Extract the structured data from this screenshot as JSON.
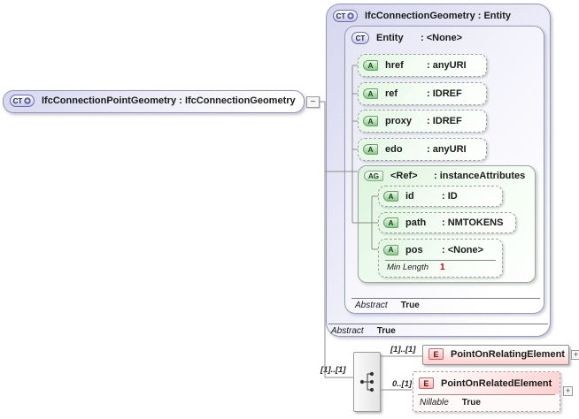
{
  "diagram": {
    "root_element": {
      "badge": "CT",
      "label": "IfcConnectionPointGeometry : IfcConnectionGeometry"
    },
    "icons": {
      "collapse_glyph": "−",
      "expander_glyph": "+"
    },
    "base_type": {
      "badge": "CT",
      "title": "IfcConnectionGeometry : Entity",
      "abstract_label": "Abstract",
      "abstract_value": "True",
      "entity": {
        "badge": "CT",
        "name": "Entity",
        "type": ": <None>",
        "abstract_label": "Abstract",
        "abstract_value": "True",
        "attributes": [
          {
            "badge": "A",
            "name": "href",
            "type": ": anyURI"
          },
          {
            "badge": "A",
            "name": "ref",
            "type": ": IDREF"
          },
          {
            "badge": "A",
            "name": "proxy",
            "type": ": IDREF"
          },
          {
            "badge": "A",
            "name": "edo",
            "type": ": anyURI"
          }
        ],
        "attribute_group": {
          "badge": "AG",
          "name": "<Ref>",
          "type": ": instanceAttributes",
          "attributes": [
            {
              "badge": "A",
              "name": "id",
              "type": ": ID"
            },
            {
              "badge": "A",
              "name": "path",
              "type": ": NMTOKENS"
            },
            {
              "badge": "A",
              "name": "pos",
              "type": ": <None>",
              "facet_label": "Min Length",
              "facet_value": "1"
            }
          ]
        }
      }
    },
    "content_model": {
      "cardinality_self": "[1]..[1]",
      "children": [
        {
          "badge": "E",
          "name": "PointOnRelatingElement",
          "cardinality": "[1]..[1]"
        },
        {
          "badge": "E",
          "name": "PointOnRelatedElement",
          "cardinality": "0..[1]",
          "nillable_label": "Nillable",
          "nillable_value": "True"
        }
      ]
    }
  }
}
